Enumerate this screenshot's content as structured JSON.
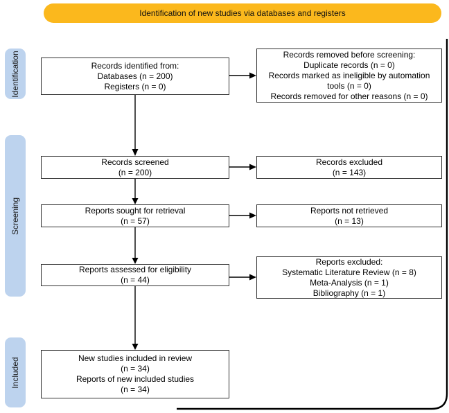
{
  "title_banner": {
    "text": "Identification of new studies via databases and registers"
  },
  "stage_labels": {
    "identification": "Identification",
    "screening": "Screening",
    "included": "Included"
  },
  "colors": {
    "banner_bg": "#fbb81d",
    "stage_bg": "#bdd3ee",
    "box_border": "#2f2f2f",
    "arrow_color": "#000000"
  },
  "flow_boxes": {
    "records_identified": {
      "lines": [
        "Records identified from:",
        "Databases (n = 200)",
        "Registers (n = 0)"
      ]
    },
    "records_removed": {
      "lines": [
        "Records removed before screening:",
        "Duplicate records (n = 0)",
        "Records marked as ineligible by automation tools (n = 0)",
        "Records removed for other reasons (n = 0)"
      ]
    },
    "records_screened": {
      "lines": [
        "Records screened",
        "(n = 200)"
      ]
    },
    "records_excluded": {
      "lines": [
        "Records excluded",
        "(n = 143)"
      ]
    },
    "reports_sought": {
      "lines": [
        "Reports sought for retrieval",
        "(n = 57)"
      ]
    },
    "reports_not_retrieved": {
      "lines": [
        "Reports not retrieved",
        "(n = 13)"
      ]
    },
    "reports_assessed": {
      "lines": [
        "Reports assessed for eligibility",
        "(n = 44)"
      ]
    },
    "reports_excluded": {
      "lines": [
        "Reports excluded:",
        "Systematic Literature Review (n = 8)",
        "Meta-Analysis (n = 1)",
        "Bibliography (n = 1)"
      ]
    },
    "new_studies_included": {
      "lines": [
        "New studies included in review",
        "(n = 34)",
        "Reports of new included studies",
        "(n = 34)"
      ]
    }
  }
}
